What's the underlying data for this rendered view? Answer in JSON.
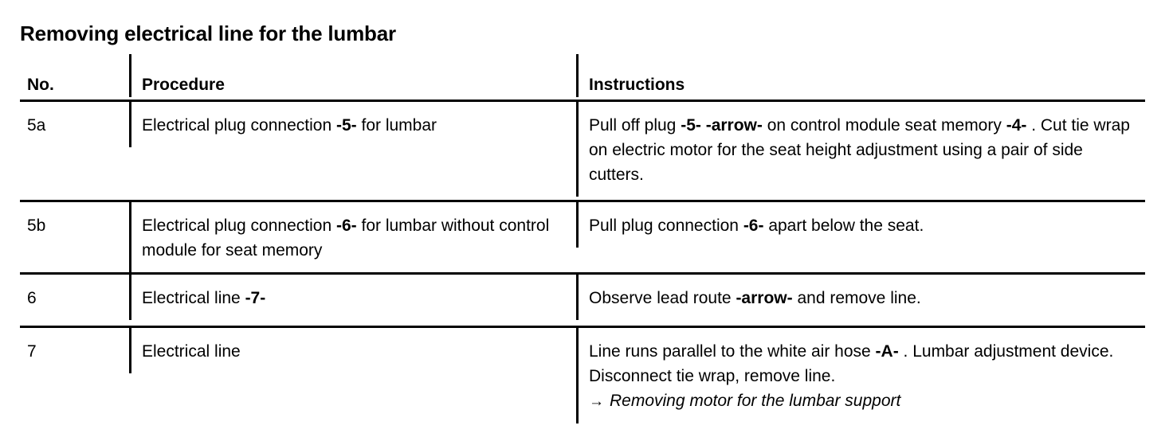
{
  "title": "Removing electrical line for the lumbar",
  "table": {
    "headers": {
      "no": "No.",
      "procedure": "Procedure",
      "instructions": "Instructions"
    },
    "rows": [
      {
        "no": "5a",
        "procedure_parts": [
          {
            "text": "Electrical plug connection ",
            "bold": false
          },
          {
            "text": "-5-",
            "bold": true
          },
          {
            "text": " for lumbar",
            "bold": false
          }
        ],
        "procedure_text": "Electrical plug connection -5- for lumbar",
        "instruction_parts": [
          {
            "text": "Pull off plug ",
            "bold": false
          },
          {
            "text": "-5- -arrow-",
            "bold": true
          },
          {
            "text": " on control module seat memory ",
            "bold": false
          },
          {
            "text": "-4-",
            "bold": true
          },
          {
            "text": " . Cut tie wrap on electric motor for the seat height adjustment using a pair of side cutters.",
            "bold": false
          }
        ],
        "instruction_text": "Pull off plug -5- -arrow- on control module seat memory -4- . Cut tie wrap on electric motor for the seat height adjustment using a pair of side cutters."
      },
      {
        "no": "5b",
        "procedure_parts": [
          {
            "text": "Electrical plug connection ",
            "bold": false
          },
          {
            "text": "-6-",
            "bold": true
          },
          {
            "text": " for lumbar without control module for seat memory",
            "bold": false
          }
        ],
        "procedure_text": "Electrical plug connection -6- for lumbar without control module for seat memory",
        "instruction_parts": [
          {
            "text": "Pull plug connection ",
            "bold": false
          },
          {
            "text": "-6-",
            "bold": true
          },
          {
            "text": " apart below the seat.",
            "bold": false
          }
        ],
        "instruction_text": "Pull plug connection -6- apart below the seat."
      },
      {
        "no": "6",
        "procedure_parts": [
          {
            "text": "Electrical line ",
            "bold": false
          },
          {
            "text": "-7-",
            "bold": true
          }
        ],
        "procedure_text": "Electrical line -7-",
        "instruction_parts": [
          {
            "text": "Observe lead route ",
            "bold": false
          },
          {
            "text": "-arrow-",
            "bold": true
          },
          {
            "text": " and remove line.",
            "bold": false
          }
        ],
        "instruction_text": "Observe lead route -arrow- and remove line."
      },
      {
        "no": "7",
        "procedure_parts": [
          {
            "text": "Electrical line",
            "bold": false
          }
        ],
        "procedure_text": "Electrical line",
        "instruction_parts": [
          {
            "text": "Line runs parallel to the white air hose ",
            "bold": false
          },
          {
            "text": "-A-",
            "bold": true
          },
          {
            "text": " . Lumbar adjustment device. Disconnect tie wrap, remove line.",
            "bold": false
          }
        ],
        "instruction_text": "Line runs parallel to the white air hose -A- . Lumbar adjustment device. Disconnect tie wrap, remove line.",
        "cross_reference": {
          "arrow": "→",
          "label": "Removing motor for the lumbar support"
        }
      }
    ]
  },
  "colors": {
    "text": "#000000",
    "background": "#ffffff",
    "rule": "#000000"
  }
}
